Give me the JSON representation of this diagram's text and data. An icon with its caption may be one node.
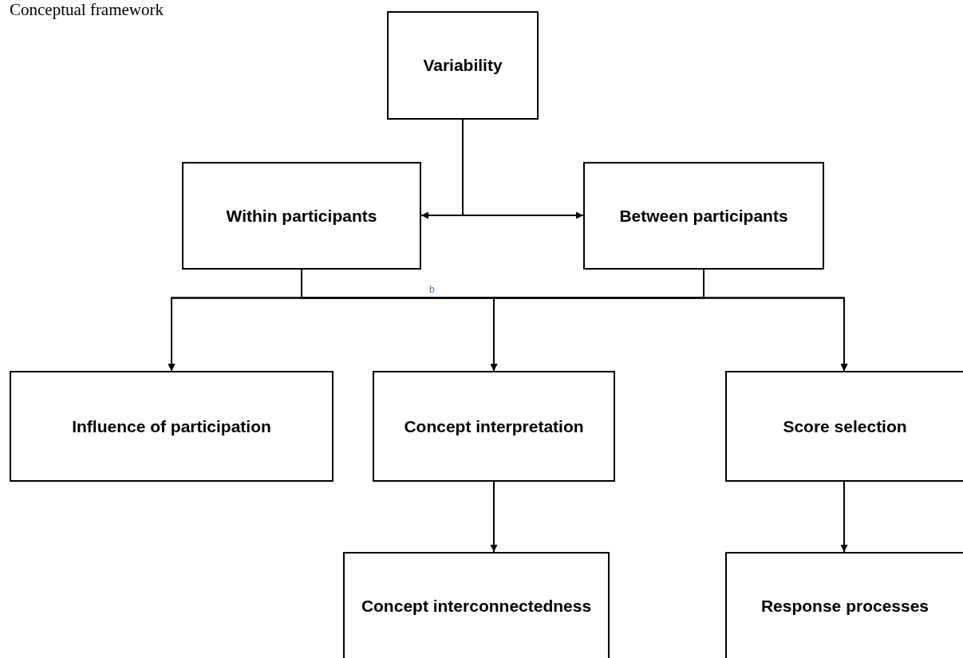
{
  "diagram": {
    "title": "Conceptual framework",
    "nodes": [
      {
        "text": [
          "Variability"
        ]
      },
      {
        "text": [
          "Within participants"
        ]
      },
      {
        "text": [
          "Between participants"
        ]
      },
      {
        "text": [
          "Influence of participation"
        ]
      },
      {
        "text": [
          "Concept interpretation"
        ]
      },
      {
        "text": [
          "Score selection"
        ]
      },
      {
        "text": [
          "Concept interconnectedness"
        ]
      },
      {
        "text": [
          "Response processes"
        ]
      }
    ],
    "edges": [
      {
        "from": 0,
        "to": 1,
        "arrow": "to"
      },
      {
        "from": 0,
        "to": 2,
        "arrow": "to"
      },
      {
        "from": 1,
        "to": 3,
        "arrow": "to"
      },
      {
        "from": 1,
        "to": 4,
        "arrow": "to"
      },
      {
        "from": 1,
        "to": 5,
        "arrow": "to"
      },
      {
        "from": 2,
        "to": 3,
        "arrow": "to"
      },
      {
        "from": 2,
        "to": 4,
        "arrow": "to"
      },
      {
        "from": 2,
        "to": 5,
        "arrow": "to"
      },
      {
        "from": 4,
        "to": 6,
        "arrow": "to"
      },
      {
        "from": 5,
        "to": 7,
        "arrow": "to"
      }
    ],
    "labels": [
      "b"
    ]
  }
}
